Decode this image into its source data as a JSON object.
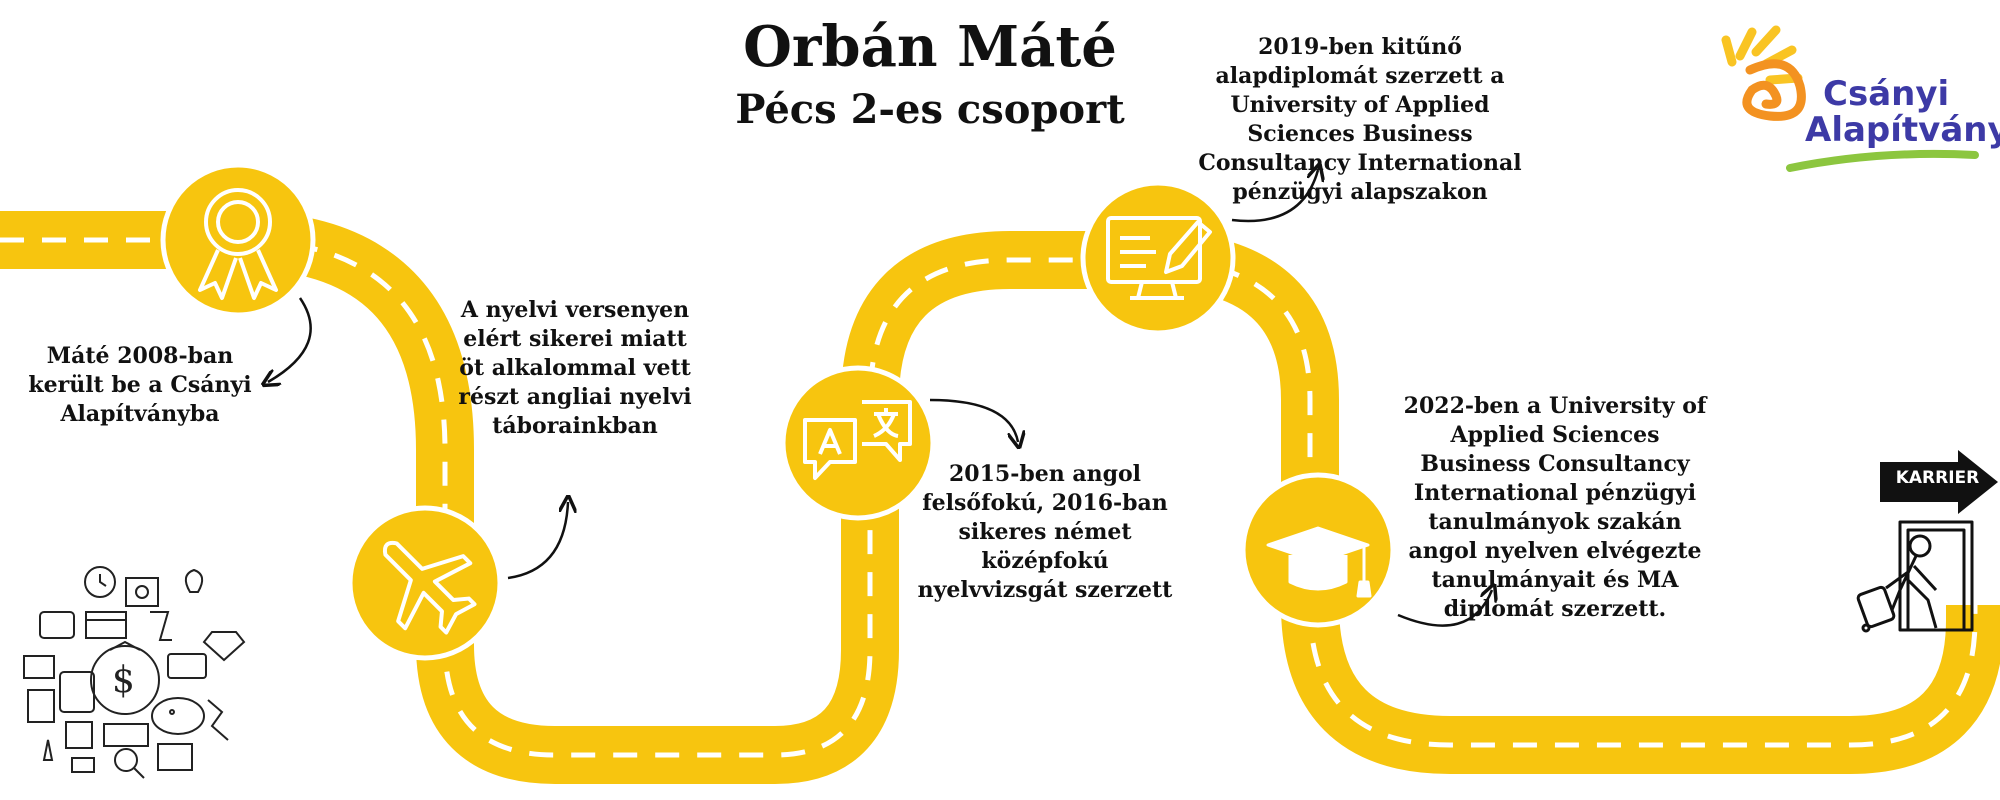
{
  "header": {
    "title": "Orbán Máté",
    "subtitle": "Pécs 2-es csoport"
  },
  "logo": {
    "line1": "Csányi",
    "line2": "Alapítvány",
    "brand_orange": "#f39221",
    "brand_yellow": "#f9c423",
    "brand_purple": "#3d3aa6",
    "brand_green": "#8cc63f"
  },
  "milestones": [
    {
      "icon": "award-ribbon-icon",
      "text": "Máté 2008-ban került be a Csányi Alapítványba"
    },
    {
      "icon": "airplane-icon",
      "text": "A nyelvi versenyen elért sikerei miatt öt alkalommal vett részt angliai nyelvi táborainkban"
    },
    {
      "icon": "translation-bubbles-icon",
      "text": "2015-ben angol felsőfokú, 2016-ban sikeres német középfokú nyelvvizsgát szerzett"
    },
    {
      "icon": "computer-edit-icon",
      "text": "2019-ben kitűnő alapdiplomát szerzett a University of Applied Sciences  Business Consultancy International pénzügyi alapszakon"
    },
    {
      "icon": "graduation-cap-icon",
      "text": "2022-ben a University of Applied Sciences Business Consultancy International pénzügyi tanulmányok szakán angol nyelven elvégezte tanulmányait és MA diplomát szerzett."
    }
  ],
  "career": {
    "label": "KARRIER",
    "icon": "person-exiting-door-with-suitcase-icon"
  },
  "decor": {
    "icon": "finance-doodles-icon"
  },
  "colors": {
    "road": "#f7c50f",
    "icon_line": "#ffffff",
    "text": "#111111"
  }
}
